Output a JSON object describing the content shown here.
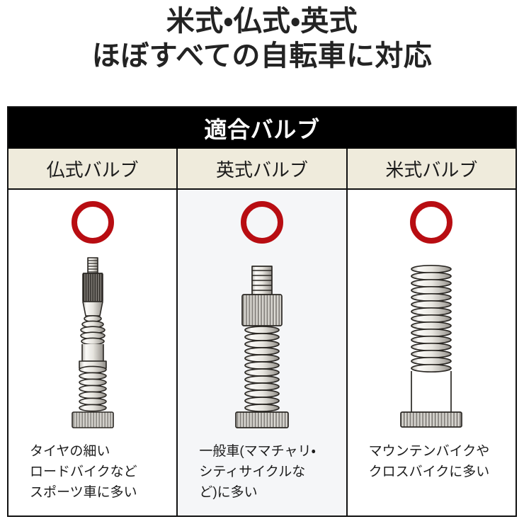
{
  "headline": {
    "line1": "米式・仏式・英式",
    "line2": "ほぼすべての自転車に対応"
  },
  "table": {
    "title": "適合バルブ",
    "columns": [
      {
        "header": "仏式バルブ",
        "mark": "circle-ok",
        "valve_type": "presta-valve",
        "caption_lines": [
          "タイヤの細い",
          "ロードバイクなど",
          "スポーツ車に多い"
        ]
      },
      {
        "header": "英式バルブ",
        "mark": "circle-ok",
        "valve_type": "dunlop-valve",
        "caption_lines": [
          "一般車(ママチャリ・",
          "シティサイクルな",
          "ど)に多い"
        ]
      },
      {
        "header": "米式バルブ",
        "mark": "circle-ok",
        "valve_type": "schrader-valve",
        "caption_lines": [
          "マウンテンバイクや",
          "クロスバイクに多い"
        ]
      }
    ]
  },
  "colors": {
    "mark_red": "#b80d12",
    "title_bar_bg": "#000000",
    "col_head_bg": "#efebdc",
    "border": "#111111",
    "tinted_cell_bg": "#f5f6f8",
    "text": "#1c1c1c",
    "metal_light": "#f2f1ee",
    "metal_mid": "#c9c7c1",
    "metal_dark": "#3a3631"
  }
}
